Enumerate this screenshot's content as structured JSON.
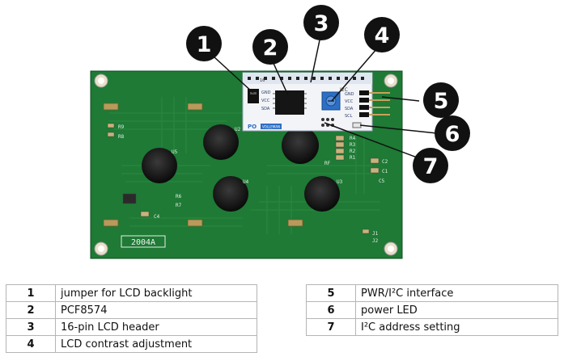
{
  "board": {
    "model_text": "2004A",
    "module_brand": "VOLLEMAN",
    "pin_labels": [
      "GND",
      "VCC",
      "SDA",
      "SCL"
    ],
    "pin_number_16": "16",
    "chip_label": "I2C",
    "component_labels": [
      "R9",
      "R8",
      "R6",
      "R7",
      "C4",
      "U5",
      "U2",
      "U4",
      "U3",
      "R4",
      "R3",
      "R2",
      "R1",
      "RF",
      "C2",
      "C1",
      "C5",
      "J1",
      "J2"
    ]
  },
  "callouts": [
    "1",
    "2",
    "3",
    "4",
    "5",
    "6",
    "7"
  ],
  "legend": {
    "left": [
      {
        "num": "1",
        "desc": "jumper for LCD backlight"
      },
      {
        "num": "2",
        "desc": "PCF8574"
      },
      {
        "num": "3",
        "desc": "16-pin LCD header"
      },
      {
        "num": "4",
        "desc": "LCD contrast adjustment"
      }
    ],
    "right": [
      {
        "num": "5",
        "desc": "PWR/I²C interface"
      },
      {
        "num": "6",
        "desc": "power LED"
      },
      {
        "num": "7",
        "desc": "I²C address setting"
      }
    ]
  },
  "colors": {
    "pcb": "#1e7a35",
    "pcb_dark": "#14602a",
    "module": "#f2f4f8",
    "module_blue": "#2d6fc4",
    "callout": "#111111"
  }
}
